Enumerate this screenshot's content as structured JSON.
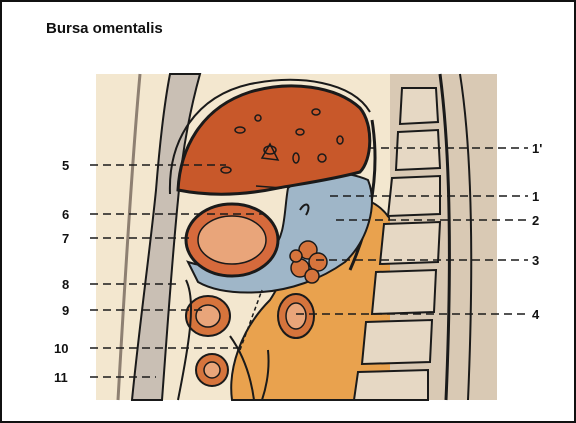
{
  "title": "Bursa omentalis",
  "labels_left": [
    "5",
    "6",
    "7",
    "8",
    "9",
    "10",
    "11"
  ],
  "labels_right": [
    "1'",
    "1",
    "2",
    "3",
    "4"
  ],
  "colors": {
    "liver": "#c8582a",
    "bursa": "#9fb6c8",
    "stomach_wall": "#d66a3c",
    "stomach_inner": "#e9a57a",
    "tissue_orange": "#e9a24e",
    "pancreas": "#d6743c",
    "body_wall": "#c9bfb4",
    "peritoneum_dark": "#1a1a1a"
  }
}
